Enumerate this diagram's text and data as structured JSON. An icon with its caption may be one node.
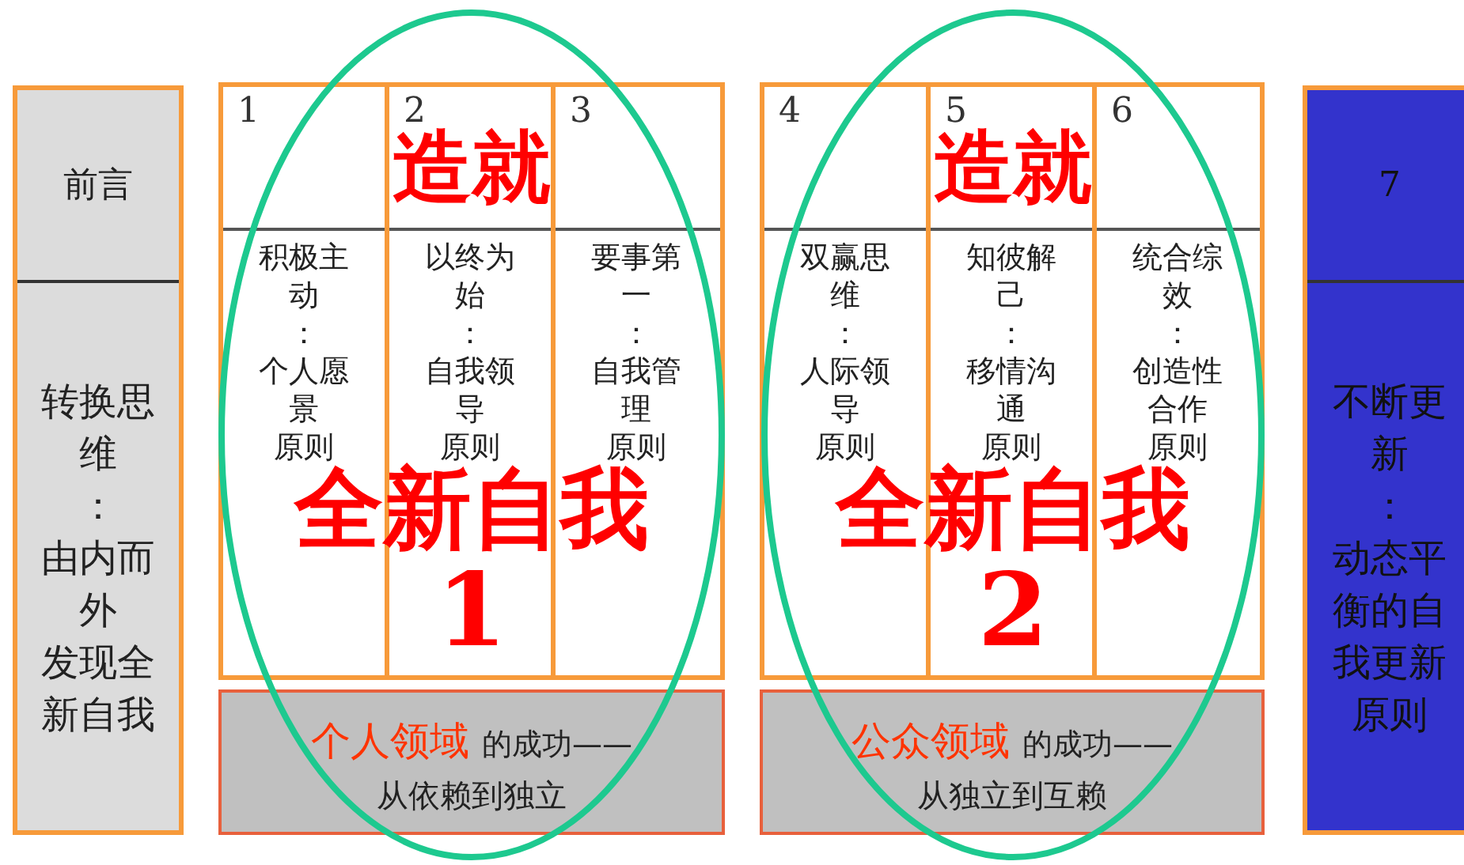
{
  "diagram": {
    "nodes": [
      {
        "text": [
          "前言",
          "转换思维",
          "：",
          "由内而外",
          "发现全新自我"
        ]
      },
      {
        "text": [],
        "shape": "box"
      },
      {
        "text": [
          "1",
          "积极主动",
          "：",
          "个人愿景",
          "原则"
        ],
        "in": 1
      },
      {
        "text": [
          "2",
          "以终为始",
          "：",
          "自我领导",
          "原则"
        ],
        "in": 1
      },
      {
        "text": [
          "3",
          "要事第一",
          "：",
          "自我管理",
          "原则"
        ],
        "in": 1
      },
      {
        "text": [
          "个人领域",
          "的成功——",
          "从依赖到独立"
        ]
      },
      {
        "text": [],
        "shape": "box"
      },
      {
        "text": [
          "4",
          "双赢思维",
          "：",
          "人际领导",
          "原则"
        ],
        "in": 6
      },
      {
        "text": [
          "5",
          "知彼解己",
          "：",
          "移情沟通",
          "原则"
        ],
        "in": 6
      },
      {
        "text": [
          "6",
          "统合综效",
          "：",
          "创造性合作",
          "原则"
        ],
        "in": 6
      },
      {
        "text": [
          "公众领域",
          "的成功——",
          "从独立到互赖"
        ]
      },
      {
        "text": [
          "7",
          "不断更新",
          "：",
          "动态平衡的自我更新原则"
        ]
      }
    ],
    "labels": [
      "造就",
      "全新自我",
      "1",
      "造就",
      "全新自我",
      "2"
    ]
  }
}
